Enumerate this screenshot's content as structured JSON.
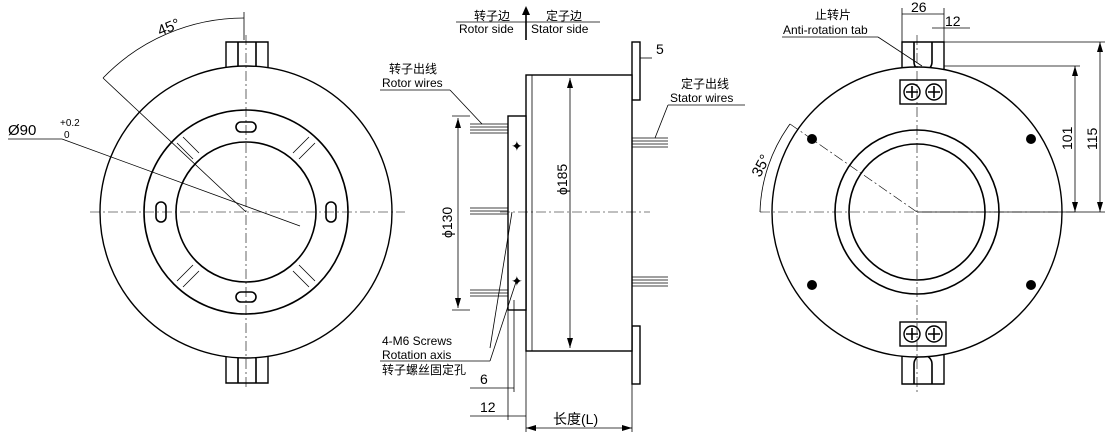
{
  "left_view": {
    "angle_label": "45°",
    "diameter_label": "Ø90",
    "tol_upper": "+0.2",
    "tol_lower": "0"
  },
  "side_view": {
    "rotor_side_cn": "转子边",
    "rotor_side_en": "Rotor side",
    "stator_side_cn": "定子边",
    "stator_side_en": "Stator side",
    "rotor_wires_cn": "转子出线",
    "rotor_wires_en": "Rotor wires",
    "stator_wires_cn": "定子出线",
    "stator_wires_en": "Stator wires",
    "dim_flange": "5",
    "dim_body_dia": "ϕ185",
    "dim_rotor_dia": "ϕ130",
    "screws_en": "4-M6 Screws",
    "rotation_axis_en": "Rotation axis",
    "screws_cn": "转子螺丝固定孔",
    "dim_6": "6",
    "dim_12": "12",
    "length_label": "长度(L)"
  },
  "right_view": {
    "tab_cn": "止转片",
    "tab_en": "Anti-rotation tab",
    "dim_26": "26",
    "dim_12": "12",
    "dim_101": "101",
    "dim_115": "115",
    "angle_label": "35°"
  }
}
